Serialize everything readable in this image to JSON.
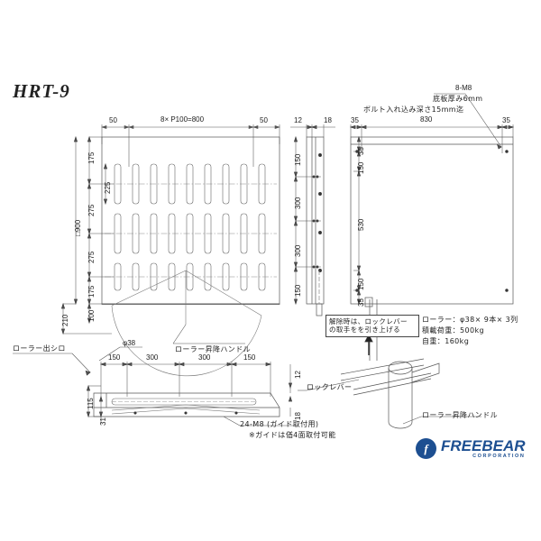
{
  "drawing": {
    "title": "HRT-9",
    "brand": {
      "name": "FREEBEAR",
      "sub": "CORPORATION",
      "color": "#1d4f91",
      "mark_glyph": "f"
    }
  },
  "top_view": {
    "top_dims": [
      "50",
      "8× P100=800",
      "50"
    ],
    "left_dims": [
      "175",
      "275",
      "275",
      "175",
      "100"
    ],
    "overall_height": "□900",
    "bottom_left_dim": "210",
    "slot_dim": "225",
    "handle_label": "ローラー昇降ハンドル"
  },
  "side_view": {
    "width_dims": [
      "12",
      "18"
    ],
    "left_dims": [
      "150",
      "300",
      "300",
      "150"
    ]
  },
  "rear_view": {
    "top_note": [
      "8-M8",
      "底板厚み6mm",
      "ボルト入れ込み深さ15mm迄"
    ],
    "top_dims": [
      "35",
      "830",
      "35"
    ],
    "right_dims": [
      "35",
      "150",
      "530",
      "150",
      "35"
    ]
  },
  "front_view": {
    "roller_stroke_label": "ローラー出シロ",
    "diameter": "φ38",
    "bottom_dims": [
      "150",
      "300",
      "300",
      "150"
    ],
    "right_dims": [
      "12",
      "18"
    ],
    "left_dims": [
      "115",
      "31"
    ],
    "guide_note": "24-M8 (ガイド取付用)",
    "guide_note_sub": "※ガイドは偤4面取付可能"
  },
  "callouts": {
    "release_note_line1": "解除時は、ロックレバー",
    "release_note_line2": "の取手をを引き上げる",
    "lock_lever_label": "ロックレバー",
    "handle_label": "ローラー昇降ハンドル"
  },
  "spec_block": {
    "roller": "ローラー：φ38× 9本× 3列",
    "load": "積載荷重：500kg",
    "weight": "自重：160kg"
  }
}
